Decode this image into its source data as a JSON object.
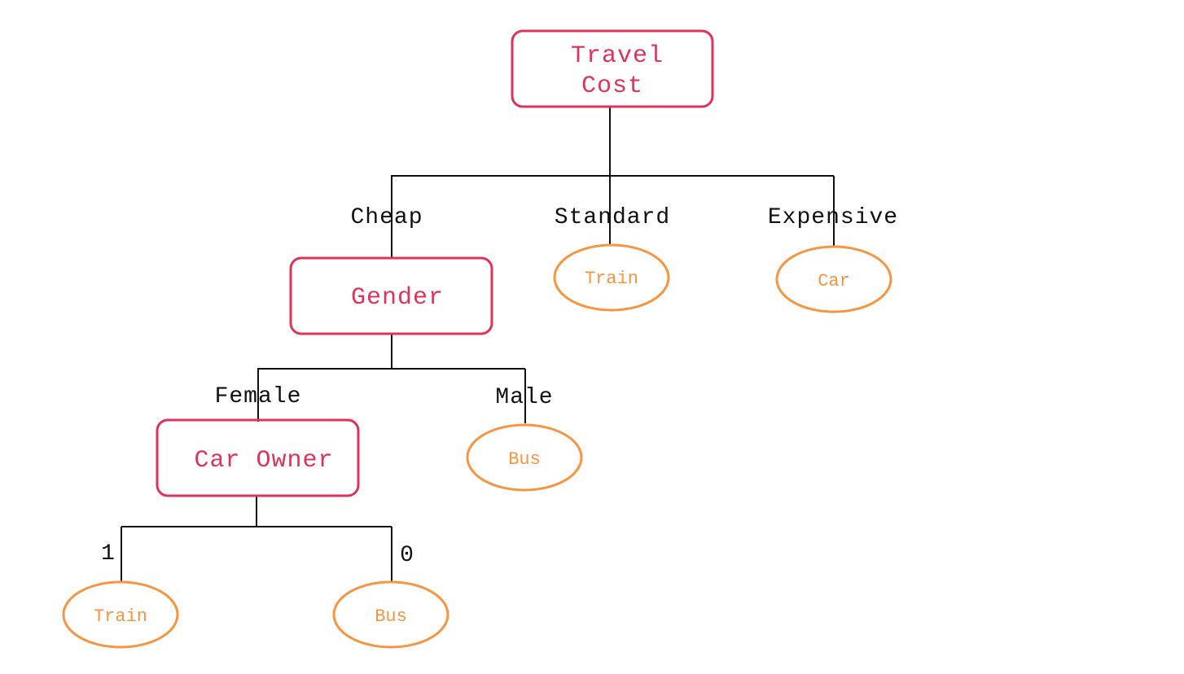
{
  "colors": {
    "decision": "#e0335c",
    "leaf": "#f79540",
    "edge": "#111111",
    "text": "#111111"
  },
  "nodes": {
    "travel_cost": {
      "line1": "Travel",
      "line2": "Cost"
    },
    "gender": {
      "label": "Gender"
    },
    "car_owner": {
      "label": "Car Owner"
    },
    "leaf_standard": {
      "label": "Train"
    },
    "leaf_expensive": {
      "label": "Car"
    },
    "leaf_male": {
      "label": "Bus"
    },
    "leaf_owner_1": {
      "label": "Train"
    },
    "leaf_owner_0": {
      "label": "Bus"
    }
  },
  "branches": {
    "cheap": "Cheap",
    "standard": "Standard",
    "expensive": "Expensive",
    "female": "Female",
    "male": "Male",
    "owner_yes": "1",
    "owner_no": "0"
  }
}
